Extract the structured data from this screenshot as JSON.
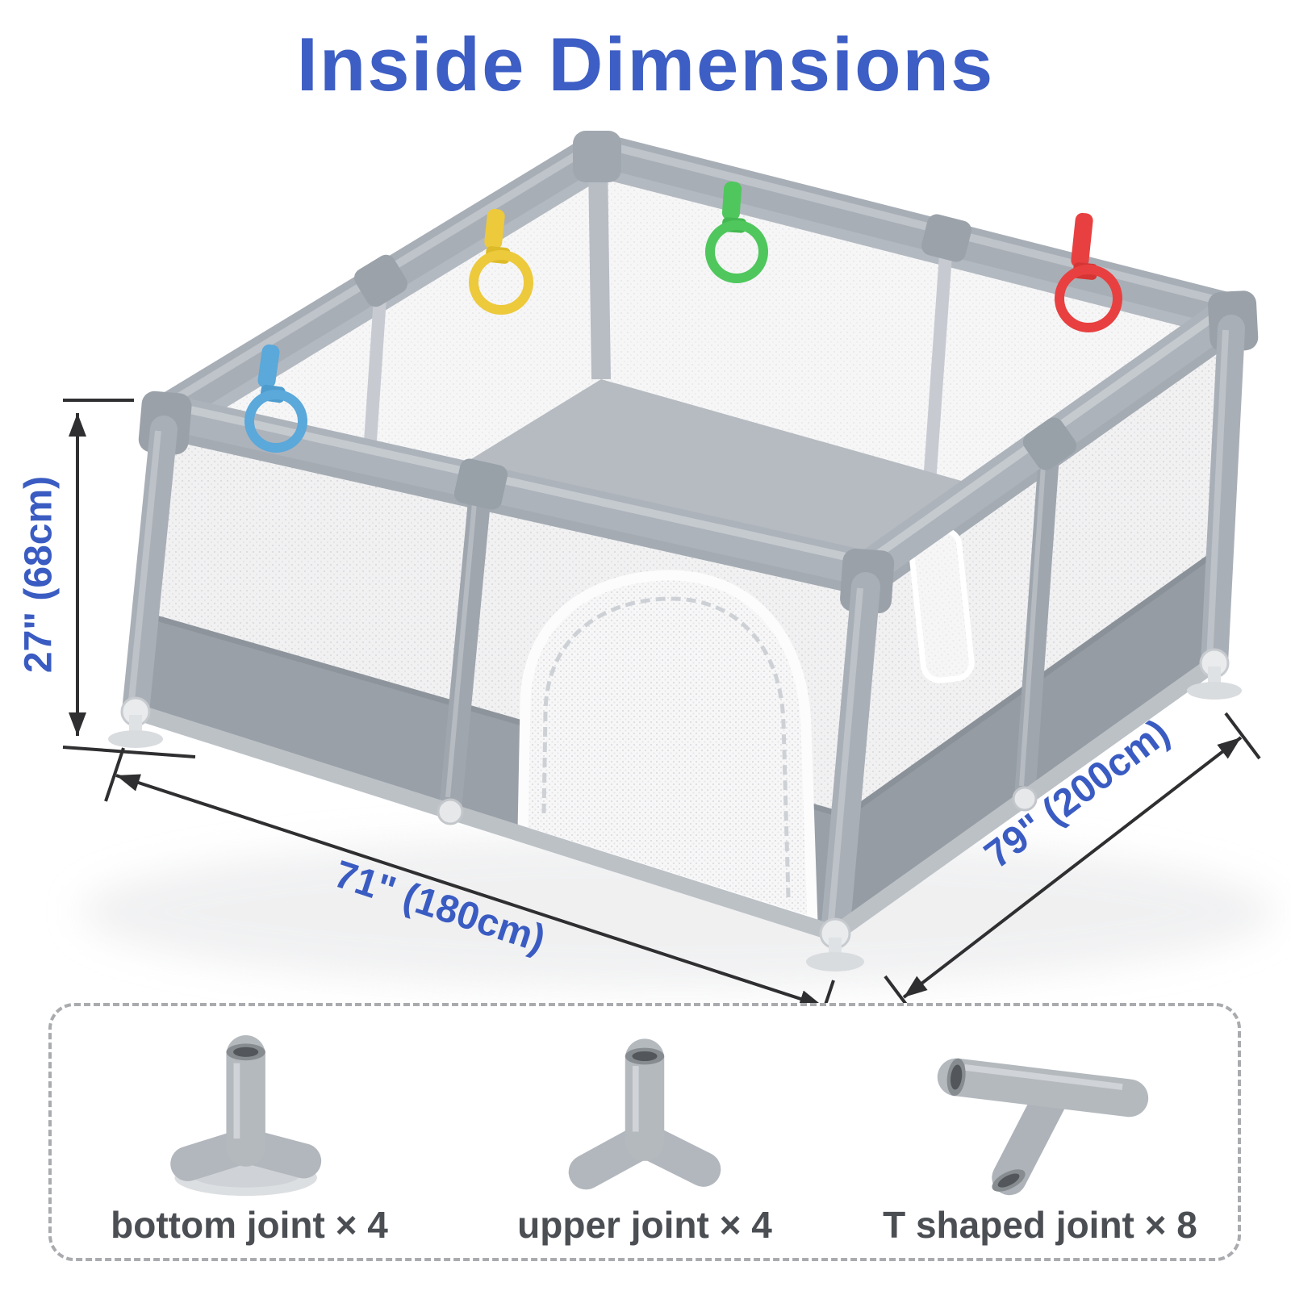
{
  "title": "Inside Dimensions",
  "playpen": {
    "dimensions": {
      "height": "27\" (68cm)",
      "width": "71\" (180cm)",
      "depth": "79\" (200cm)"
    },
    "rings": [
      "blue",
      "yellow",
      "green",
      "red"
    ]
  },
  "joints": {
    "items": [
      {
        "name": "bottom-joint",
        "label": "bottom joint × 4"
      },
      {
        "name": "upper-joint",
        "label": "upper joint × 4"
      },
      {
        "name": "t-shaped-joint",
        "label": "T shaped joint × 8"
      }
    ]
  },
  "colors": {
    "title_blue": "#3d5ec4",
    "dimension_blue": "#3a5cc2",
    "pen_gray": "#a8aeb6",
    "mesh_white": "#f2f2f2",
    "fabric_skirt_gray": "#99a0a8",
    "ring_blue": "#5ba8da",
    "ring_yellow": "#edc93c",
    "ring_green": "#4fc75d",
    "ring_red": "#e84040",
    "arrow_dark": "#2f2f31"
  }
}
